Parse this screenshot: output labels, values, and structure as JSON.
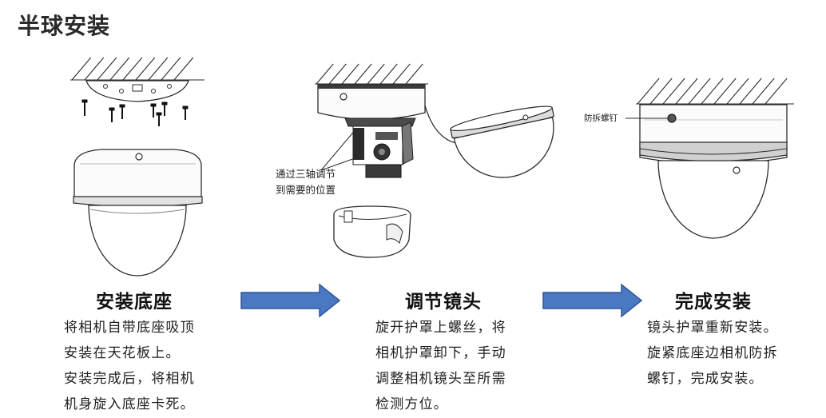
{
  "title": "半球安装",
  "steps": [
    {
      "title": "安装底座",
      "lines": [
        "将相机自带底座吸顶",
        "安装在天花板上。",
        "安装完成后，将相机",
        "机身旋入底座卡死。"
      ]
    },
    {
      "title": "调节镜头",
      "lines": [
        "旋开护罩上螺丝，将",
        "相机护罩卸下，手动",
        "调整相机镜头至所需",
        "检测方位。"
      ]
    },
    {
      "title": "完成安装",
      "lines": [
        "镜头护罩重新安装。",
        "旋紧底座边相机防拆",
        "螺钉，完成安装。"
      ]
    }
  ],
  "callouts": {
    "adjust_lines": [
      "通过三轴调节",
      "到需要的位置"
    ],
    "tamper_screw": "防拆螺钉"
  },
  "icons": {
    "step_arrow": "right-arrow-icon"
  },
  "colors": {
    "arrow_fill": "#4A78C2",
    "arrow_stroke": "#2E5597",
    "line_art": "#2b2b2b"
  }
}
